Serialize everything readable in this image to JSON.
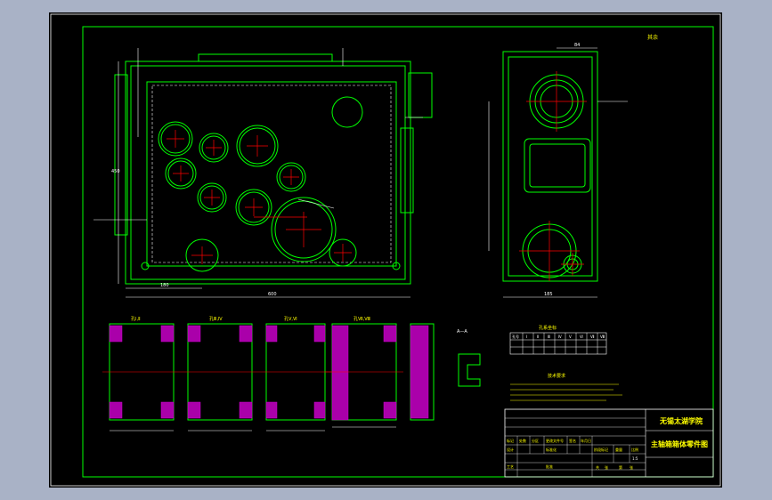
{
  "title_block": {
    "school": "无锡太湖学院",
    "drawing_name": "主轴箱箱体零件图",
    "scale": "1:5",
    "row_labels": [
      "标记",
      "处数",
      "分区",
      "更改文件号",
      "签名",
      "年月日"
    ],
    "stage_label": "阶段标记",
    "weight_label": "重量",
    "scale_label": "比例",
    "design_label": "设计",
    "standard_label": "标准化",
    "process_label": "工艺",
    "approve_label": "批准",
    "sheet_labels": [
      "共",
      "张",
      "第",
      "张"
    ]
  },
  "section_labels": {
    "view_a": "A—A",
    "holes": [
      "孔Ⅰ,Ⅱ",
      "孔Ⅲ,Ⅳ",
      "孔Ⅴ,Ⅵ",
      "孔Ⅶ,Ⅷ"
    ],
    "notes_heading": "技术要求",
    "roughness_note": "其余"
  },
  "hole_table": {
    "title": "孔系坐标",
    "headers": [
      "孔号",
      "Ⅰ",
      "Ⅱ",
      "Ⅲ",
      "Ⅳ",
      "Ⅴ",
      "Ⅵ",
      "Ⅶ",
      "Ⅷ"
    ]
  },
  "dimensions": {
    "width_total": "600",
    "width_left": "180",
    "height_total": "450",
    "side_width": "185",
    "side_top": "84"
  },
  "colors": {
    "sheet": "#000000",
    "border": "#00ff00",
    "part": "#00ff00",
    "dimension": "#ffffff",
    "centerline": "#ff0000",
    "hatch": "#cc00cc",
    "annotation": "#ffff00"
  }
}
